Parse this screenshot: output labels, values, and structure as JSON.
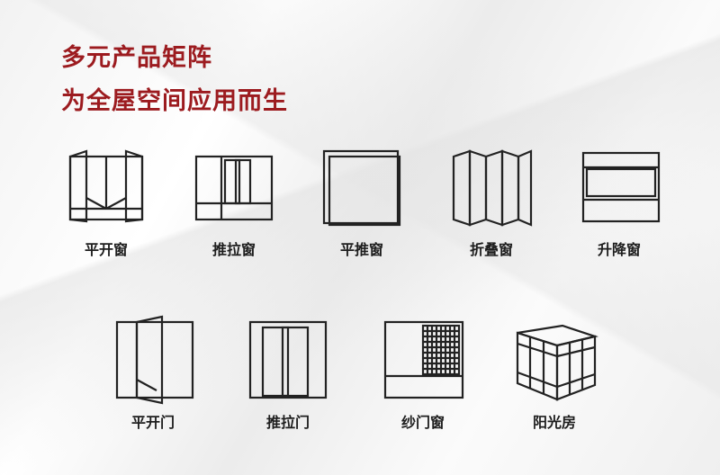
{
  "heading": {
    "line1": "多元产品矩阵",
    "line2": "为全屋空间应用而生"
  },
  "products": [
    {
      "label": "平开窗",
      "icon": "casement-window-icon"
    },
    {
      "label": "推拉窗",
      "icon": "sliding-window-icon"
    },
    {
      "label": "平推窗",
      "icon": "parallel-window-icon"
    },
    {
      "label": "折叠窗",
      "icon": "folding-window-icon"
    },
    {
      "label": "升降窗",
      "icon": "lift-window-icon"
    },
    {
      "label": "平开门",
      "icon": "casement-door-icon"
    },
    {
      "label": "推拉门",
      "icon": "sliding-door-icon"
    },
    {
      "label": "纱门窗",
      "icon": "screen-window-icon"
    },
    {
      "label": "阳光房",
      "icon": "sunroom-icon"
    }
  ],
  "colors": {
    "heading": "#9c1b1f",
    "icon_stroke": "#222222",
    "label": "#1d1d1d"
  }
}
